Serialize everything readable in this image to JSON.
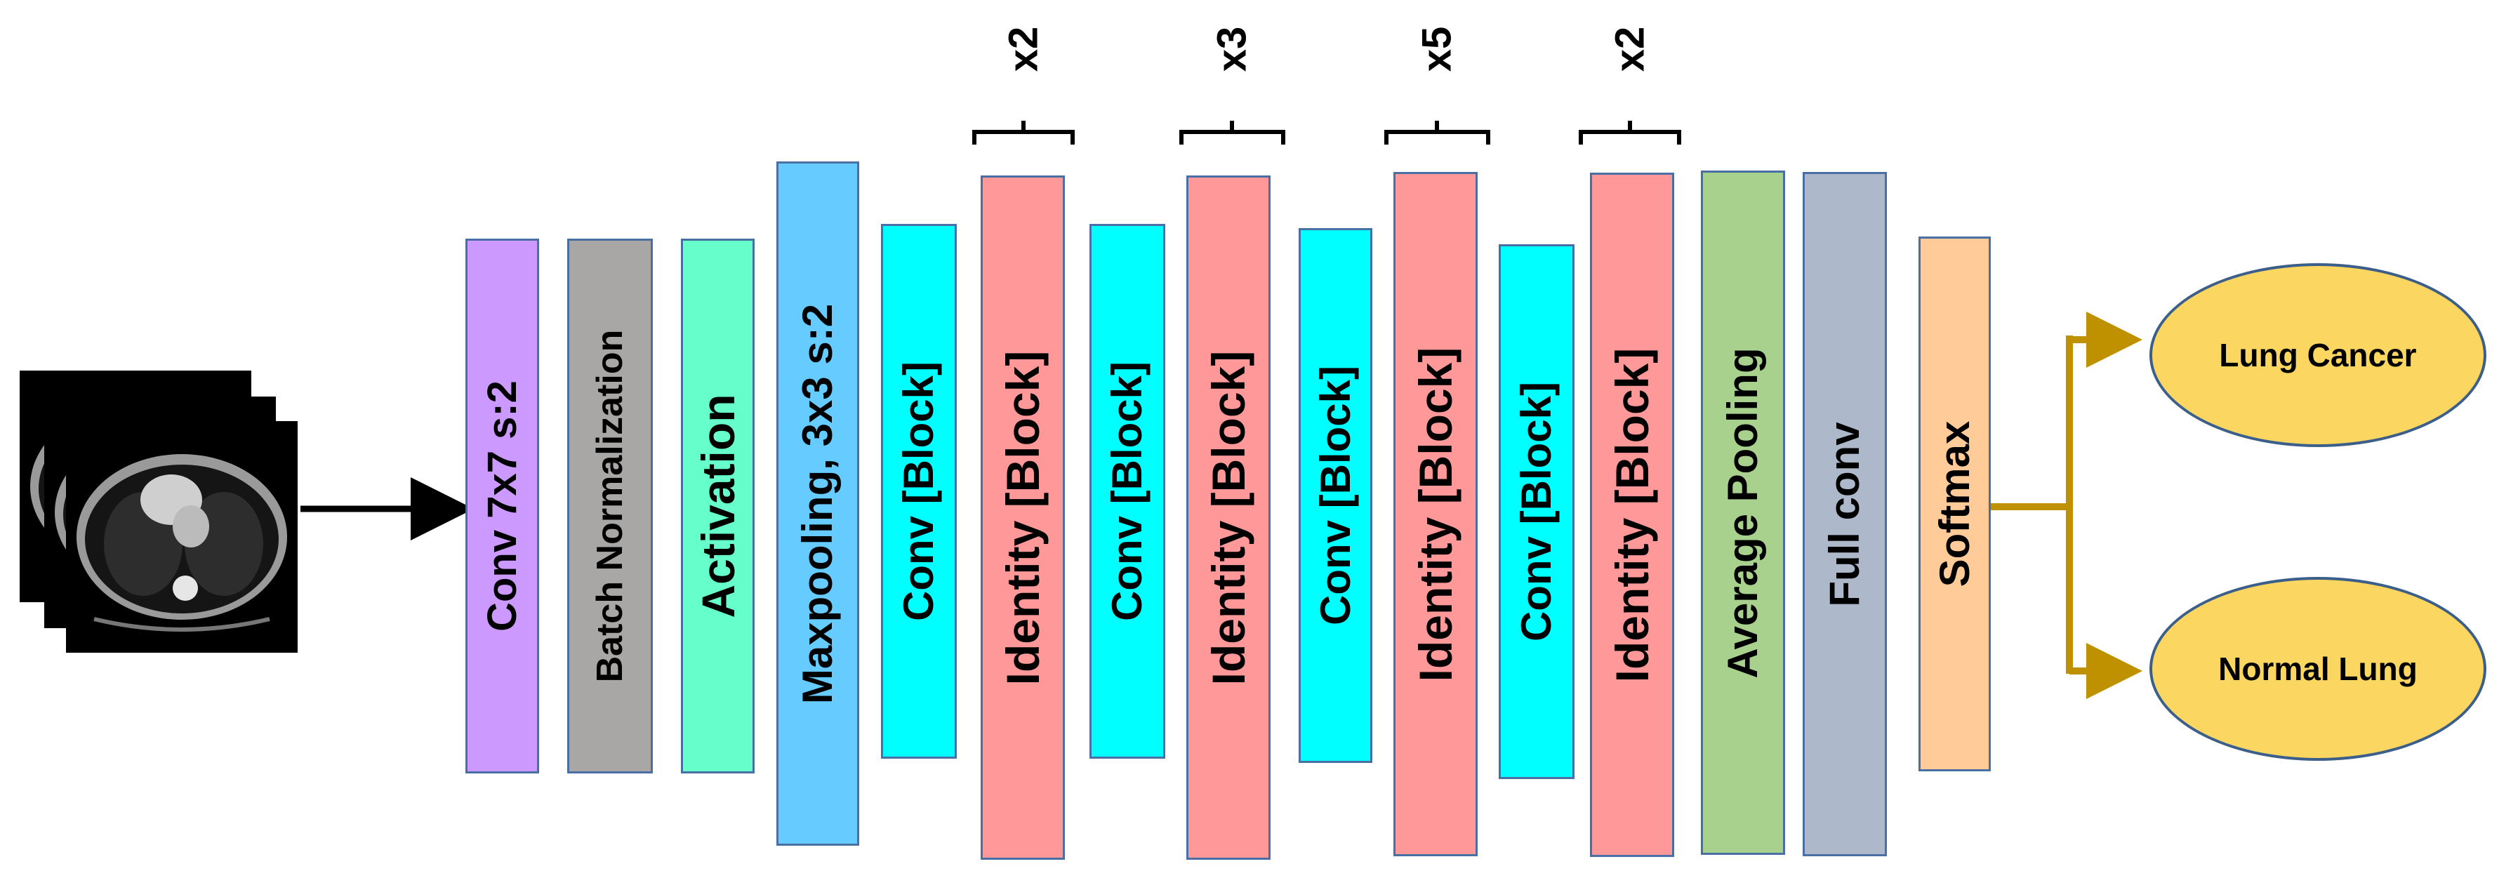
{
  "diagram": {
    "input_images": [
      {
        "name": "ct-slice-back"
      },
      {
        "name": "ct-slice-middle"
      },
      {
        "name": "ct-slice-front"
      }
    ],
    "blocks": [
      {
        "id": "conv7",
        "label": "Conv 7x7 s:2",
        "color": "#cc99ff"
      },
      {
        "id": "batchnorm",
        "label": "Batch Normalization",
        "color": "#a9a6a6"
      },
      {
        "id": "activation",
        "label": "Activation",
        "color": "#66ffcc"
      },
      {
        "id": "maxpool",
        "label": "Maxpooling, 3x3 s:2",
        "color": "#66ccff"
      },
      {
        "id": "conv-block-1",
        "label": "Conv [Block]",
        "color": "#00ffff"
      },
      {
        "id": "identity-block-1",
        "label": "Identity [Block]",
        "color": "#ff9999"
      },
      {
        "id": "conv-block-2",
        "label": "Conv [Block]",
        "color": "#00ffff"
      },
      {
        "id": "identity-block-2",
        "label": "Identity [Block]",
        "color": "#ff9999"
      },
      {
        "id": "conv-block-3",
        "label": "Conv [Block]",
        "color": "#00ffff"
      },
      {
        "id": "identity-block-3",
        "label": "Identity [Block]",
        "color": "#ff9999"
      },
      {
        "id": "conv-block-4",
        "label": "Conv [Block]",
        "color": "#00ffff"
      },
      {
        "id": "identity-block-4",
        "label": "Identity [Block]",
        "color": "#ff9999"
      },
      {
        "id": "avgpool",
        "label": "Average Pooling",
        "color": "#a9d18e"
      },
      {
        "id": "fullconv",
        "label": "Full conv",
        "color": "#adb9ca"
      },
      {
        "id": "softmax",
        "label": "Softmax",
        "color": "#ffcc99"
      }
    ],
    "repeats": [
      "x2",
      "x3",
      "x5",
      "x2"
    ],
    "outputs": [
      {
        "id": "lung-cancer",
        "label": "Lung Cancer"
      },
      {
        "id": "normal-lung",
        "label": "Normal Lung"
      }
    ],
    "colors": {
      "block_border": "#4a6fa5",
      "output_fill": "#fbd660",
      "output_border": "#3b5f8a",
      "branch_arrow": "#bf9000",
      "input_arrow": "#000000"
    }
  }
}
